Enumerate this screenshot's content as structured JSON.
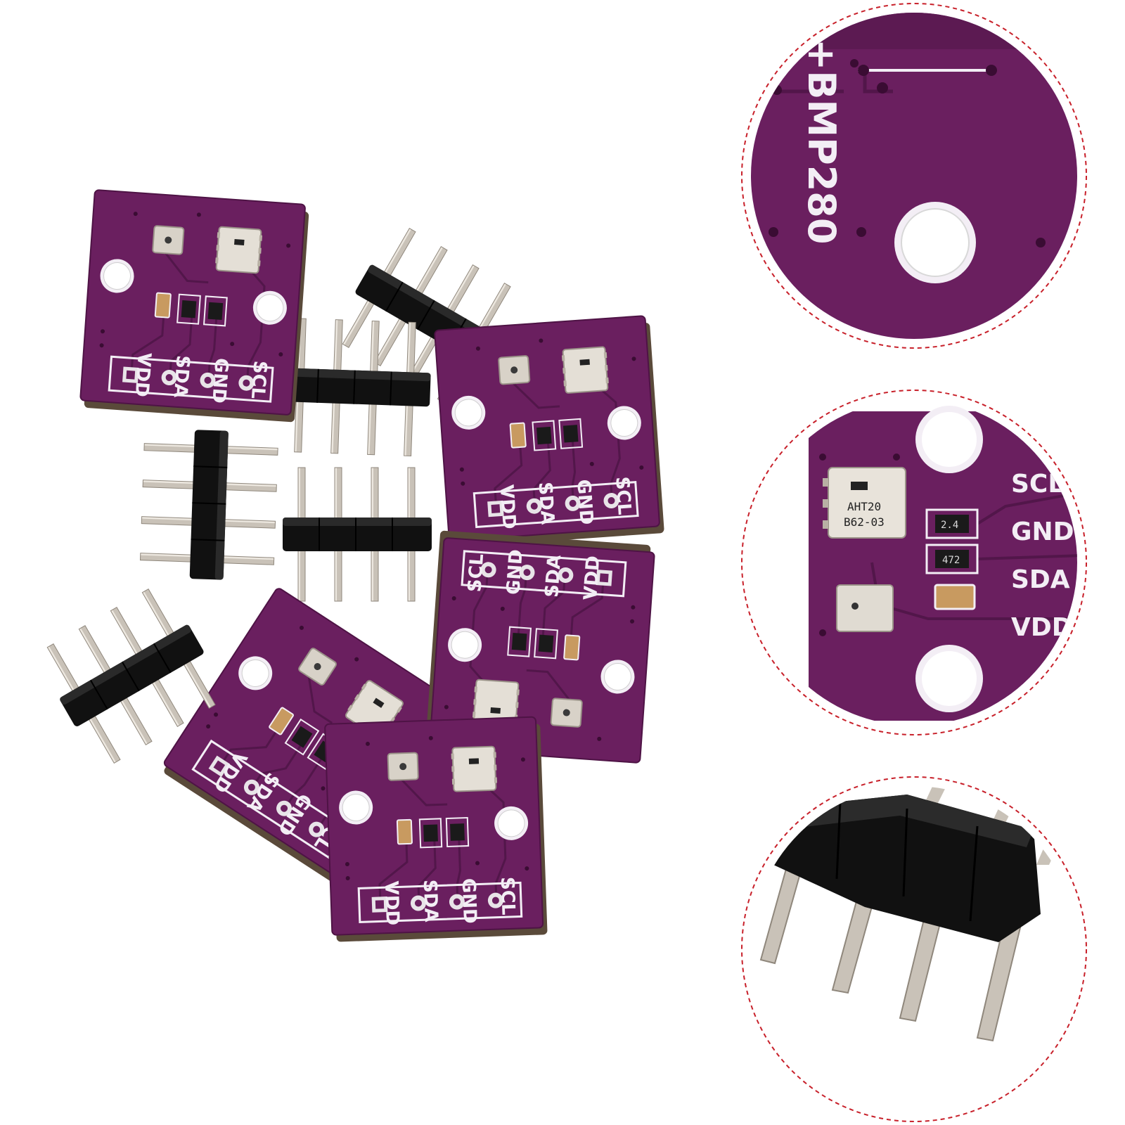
{
  "colors": {
    "background": "#ffffff",
    "pcb": "#6a1f5f",
    "pcb_dark": "#4e1345",
    "pcb_edge": "#5a4a3a",
    "trace": "#52164a",
    "silkscreen": "#f3eef5",
    "pin_metal": "#c9c2b8",
    "pin_shadow": "#8f877c",
    "header_plastic": "#111111",
    "callout_border": "#c8202a"
  },
  "pin_labels": {
    "vdd": "VDD",
    "sda": "SDA",
    "gnd": "GND",
    "scl": "SCL"
  },
  "resistor_marking": "472",
  "callouts": {
    "top": {
      "board_marking": "+BMP280"
    },
    "middle": {
      "chip_line1": "AHT20",
      "chip_line2": "B62-03",
      "resistor1": "2.4",
      "resistor2": "472"
    }
  },
  "icons": [
    "pcb-board-icon",
    "pin-header-icon",
    "zoom-callout-icon"
  ]
}
